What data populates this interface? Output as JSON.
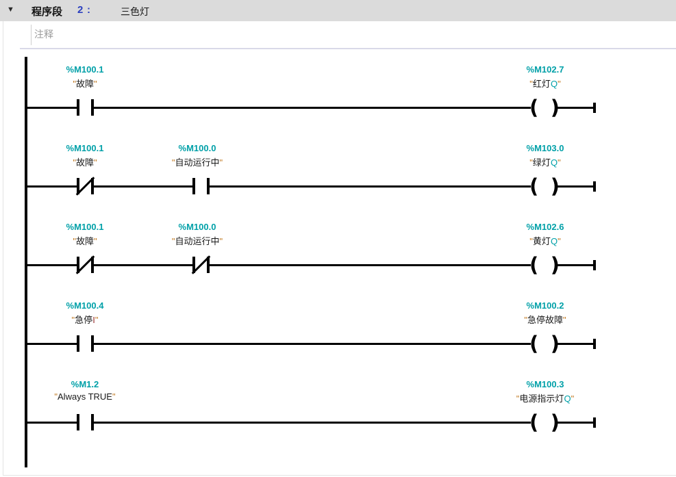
{
  "ui": {
    "quote": "\"",
    "collapse_icon": "▼",
    "coil_open": "(",
    "coil_close": ")"
  },
  "colors": {
    "address_teal": "#00a0a8",
    "quote_orange": "#c07820",
    "network_number_blue": "#2b3fbf",
    "accent_red": "#993333",
    "header_bg": "#dbdbdb",
    "comment_gray": "#9b9b9b"
  },
  "header": {
    "section_label": "程序段",
    "section_number": "2",
    "section_colon": ":",
    "section_title": "三色灯"
  },
  "comment": {
    "placeholder": "注释"
  },
  "rungs": [
    {
      "contacts": [
        {
          "type": "NO",
          "address": "%M100.1",
          "name": "故障"
        }
      ],
      "coil": {
        "address": "%M102.7",
        "name": "红灯",
        "name_accent": "Q"
      }
    },
    {
      "contacts": [
        {
          "type": "NC",
          "address": "%M100.1",
          "name": "故障"
        },
        {
          "type": "NO",
          "address": "%M100.0",
          "name": "自动运行中"
        }
      ],
      "coil": {
        "address": "%M103.0",
        "name": "绿灯",
        "name_accent": "Q"
      }
    },
    {
      "contacts": [
        {
          "type": "NC",
          "address": "%M100.1",
          "name": "故障"
        },
        {
          "type": "NC",
          "address": "%M100.0",
          "name": "自动运行中"
        }
      ],
      "coil": {
        "address": "%M102.6",
        "name": "黄灯",
        "name_accent": "Q"
      }
    },
    {
      "contacts": [
        {
          "type": "NO",
          "address": "%M100.4",
          "name": "急停",
          "name_accent": "I"
        }
      ],
      "coil": {
        "address": "%M100.2",
        "name": "急停故障"
      }
    },
    {
      "contacts": [
        {
          "type": "NO",
          "address": "%M1.2",
          "name": "Always TRUE"
        }
      ],
      "coil": {
        "address": "%M100.3",
        "name": "电源指示灯",
        "name_accent": "Q"
      }
    }
  ]
}
